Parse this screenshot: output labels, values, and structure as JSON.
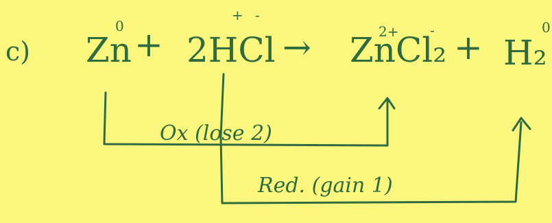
{
  "equation": {
    "part_label": "c)",
    "reactant1": {
      "formula": "Zn",
      "charge": "0"
    },
    "plus1": "+",
    "reactant2": {
      "formula": "2HCl",
      "charges": [
        "+",
        "-"
      ]
    },
    "arrow": "→",
    "product1": {
      "formula": "ZnCl₂",
      "charges": [
        "2+",
        "-"
      ]
    },
    "plus2": "+",
    "product2": {
      "formula": "H₂",
      "charge": "0"
    }
  },
  "annotations": {
    "oxidation": "Ox (lose 2)",
    "reduction": "Red. (gain 1)"
  },
  "colors": {
    "background": "#fbf77e",
    "ink": "#2f6b3f"
  }
}
